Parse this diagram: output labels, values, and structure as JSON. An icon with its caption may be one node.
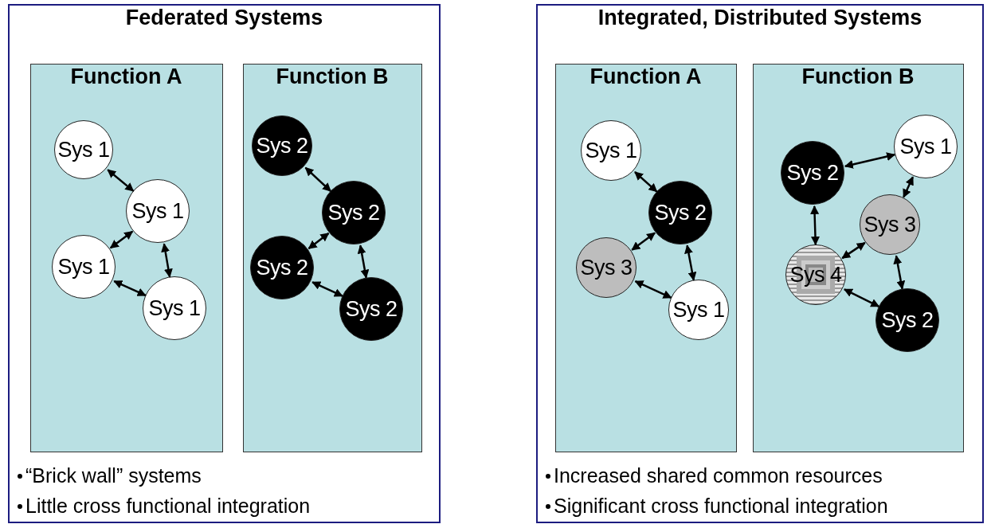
{
  "diagram": {
    "nodes": [
      {
        "text": [
          "Federated Systems"
        ]
      },
      {
        "text": [
          "Function A"
        ],
        "in": 0
      },
      {
        "text": [
          "Sys 1"
        ],
        "in": 1
      },
      {
        "text": [
          "Sys 1"
        ],
        "in": 1
      },
      {
        "text": [
          "Sys 1"
        ],
        "in": 1
      },
      {
        "text": [
          "Sys 1"
        ],
        "in": 1
      },
      {
        "text": [
          "Function B"
        ],
        "in": 0
      },
      {
        "text": [
          "Sys 2"
        ],
        "in": 6
      },
      {
        "text": [
          "Sys 2"
        ],
        "in": 6
      },
      {
        "text": [
          "Sys 2"
        ],
        "in": 6
      },
      {
        "text": [
          "Sys 2"
        ],
        "in": 6
      },
      {
        "text": [
          "Integrated, Distributed Systems"
        ]
      },
      {
        "text": [
          "Function A"
        ],
        "in": 11
      },
      {
        "text": [
          "Sys 1"
        ],
        "in": 12
      },
      {
        "text": [
          "Sys 2"
        ],
        "in": 12
      },
      {
        "text": [
          "Sys 3"
        ],
        "in": 12
      },
      {
        "text": [
          "Sys 1"
        ],
        "in": 12
      },
      {
        "text": [
          "Function B"
        ],
        "in": 11
      },
      {
        "text": [
          "Sys 2"
        ],
        "in": 17
      },
      {
        "text": [
          "Sys 1"
        ],
        "in": 17
      },
      {
        "text": [
          "Sys 3"
        ],
        "in": 17
      },
      {
        "text": [
          "Sys 4"
        ],
        "in": 17
      },
      {
        "text": [
          "Sys 2"
        ],
        "in": 17
      }
    ],
    "edges": [
      {
        "from": 2,
        "to": 3,
        "arrow": "both"
      },
      {
        "from": 3,
        "to": 4,
        "arrow": "both"
      },
      {
        "from": 3,
        "to": 5,
        "arrow": "both"
      },
      {
        "from": 4,
        "to": 5,
        "arrow": "both"
      },
      {
        "from": 7,
        "to": 8,
        "arrow": "both"
      },
      {
        "from": 8,
        "to": 9,
        "arrow": "both"
      },
      {
        "from": 8,
        "to": 10,
        "arrow": "both"
      },
      {
        "from": 9,
        "to": 10,
        "arrow": "both"
      },
      {
        "from": 13,
        "to": 14,
        "arrow": "both"
      },
      {
        "from": 14,
        "to": 15,
        "arrow": "both"
      },
      {
        "from": 14,
        "to": 16,
        "arrow": "both"
      },
      {
        "from": 15,
        "to": 16,
        "arrow": "both"
      },
      {
        "from": 18,
        "to": 19,
        "arrow": "both"
      },
      {
        "from": 19,
        "to": 20,
        "arrow": "both"
      },
      {
        "from": 18,
        "to": 21,
        "arrow": "both"
      },
      {
        "from": 21,
        "to": 20,
        "arrow": "both"
      },
      {
        "from": 20,
        "to": 22,
        "arrow": "both"
      },
      {
        "from": 21,
        "to": 22,
        "arrow": "both"
      }
    ],
    "labels": [
      "“Brick wall” systems",
      "Little cross functional integration",
      "Increased shared common resources",
      "Significant cross functional integration"
    ]
  }
}
